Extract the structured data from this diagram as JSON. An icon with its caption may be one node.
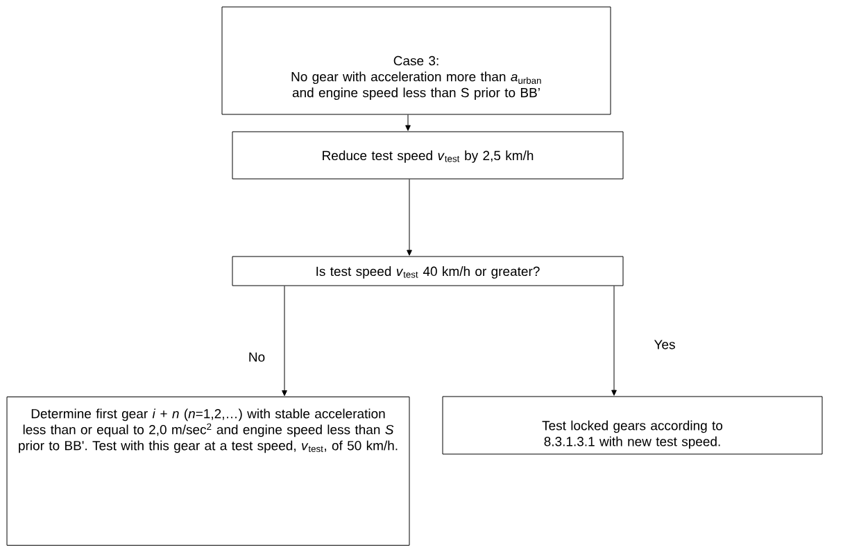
{
  "diagram": {
    "nodes": [
      {
        "text": [
          "Case 3:",
          "No gear with acceleration more than *a*$_{urban}$ and engine speed less than S prior to BB’"
        ]
      },
      {
        "text": [
          "Reduce test speed *v*$_{test}$ by 2,5 km/h"
        ]
      },
      {
        "text": [
          "Is test speed *v*$_{test}$ 40 km/h or greater?"
        ]
      },
      {
        "text": [
          "Determine first gear *i* + *n* (*n*=1,2,…) with stable acceleration less than or equal to 2,0 m/sec$^{2}$ and engine speed less than *S* prior to BB'. Test with this gear at a test speed, *v*$_{test}$, of 50 km/h."
        ]
      },
      {
        "text": [
          "Test locked gears according to 8.3.1.3.1 with new test speed."
        ]
      }
    ],
    "edges": [
      {
        "from": 0,
        "to": 1,
        "arrow": "to"
      },
      {
        "from": 1,
        "to": 2,
        "arrow": "to"
      },
      {
        "from": 2,
        "to": 3,
        "arrow": "to",
        "label": "No"
      },
      {
        "from": 2,
        "to": 4,
        "arrow": "to",
        "label": "Yes"
      }
    ]
  }
}
